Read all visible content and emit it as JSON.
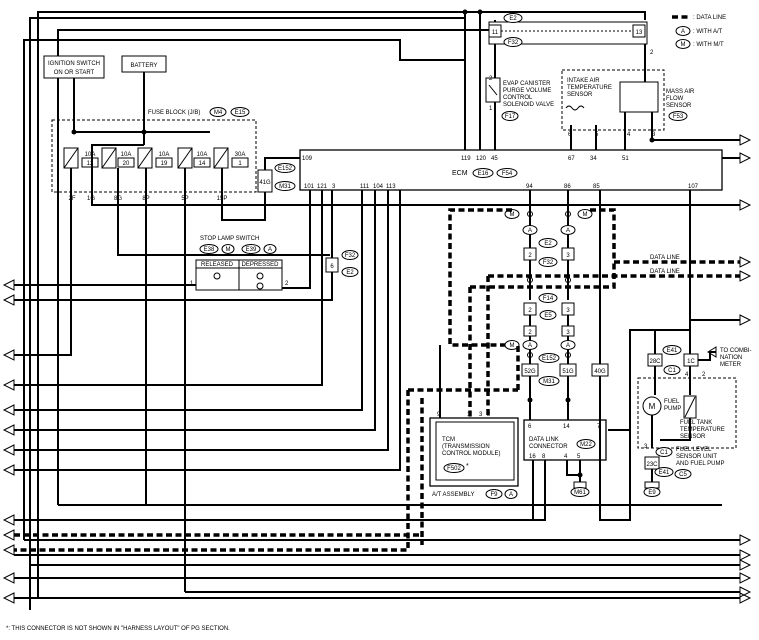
{
  "legend": {
    "data_line": ": DATA LINE",
    "with_at_code": "A",
    "with_at": ": WITH A/T",
    "with_mt_code": "M",
    "with_mt": ": WITH M/T"
  },
  "labels": {
    "ignition_switch_l1": "IGNITION SWITCH",
    "ignition_switch_l2": "ON OR START",
    "battery": "BATTERY",
    "fuse_block": "FUSE BLOCK (J/B)",
    "fuse_conn_1": "M4",
    "fuse_conn_2": "E15",
    "evap_l1": "EVAP CANISTER",
    "evap_l2": "PURGE VOLUME",
    "evap_l3": "CONTROL",
    "evap_l4": "SOLENOID VALVE",
    "evap_conn": "F17",
    "iat_l1": "INTAKE AIR",
    "iat_l2": "TEMPERATURE",
    "iat_l3": "SENSOR",
    "maf_l1": "MASS AIR",
    "maf_l2": "FLOW",
    "maf_l3": "SENSOR",
    "maf_conn": "F53",
    "ecm": "ECM",
    "ecm_conn_1": "E16",
    "ecm_conn_2": "F54",
    "stop_lamp": "STOP LAMP SWITCH",
    "released": "RELEASED",
    "depressed": "DEPRESSED",
    "data_line_1": "DATA LINE",
    "data_line_2": "DATA LINE",
    "tcm_l1": "TCM",
    "tcm_l2": "(TRANSMISSION",
    "tcm_l3": "CONTROL MODULE)",
    "tcm_conn": "F502",
    "tcm_star": "*",
    "at_assembly": "A/T ASSEMBLY",
    "at_conn": "F9",
    "dlc_l1": "DATA LINK",
    "dlc_l2": "CONNECTOR",
    "dlc_conn": "M22",
    "to_combi_l1": "TO COMBI-",
    "to_combi_l2": "NATION",
    "to_combi_l3": "METER",
    "fuel_pump_l1": "FUEL",
    "fuel_pump_l2": "PUMP",
    "fuel_temp_l1": "FUEL TANK",
    "fuel_temp_l2": "TEMPERATURE",
    "fuel_temp_l3": "SENSOR",
    "fuel_level_l1": "FUEL LEVEL",
    "fuel_level_l2": "SENSOR UNIT",
    "fuel_level_l3": "AND FUEL PUMP",
    "fuel_level_conn": "C5",
    "motor_m": "M",
    "footnote": "*: THIS CONNECTOR IS NOT SHOWN IN \"HARNESS LAYOUT\" OF PG SECTION."
  },
  "fuses": [
    {
      "amp": "10A",
      "num": "12",
      "pin": "2F"
    },
    {
      "amp": "10A",
      "num": "20",
      "pin": "1G"
    },
    {
      "amp": "10A",
      "num": "19",
      "pin": "8P"
    },
    {
      "amp": "10A",
      "num": "14",
      "pin": "5P"
    },
    {
      "amp": "30A",
      "num": "1",
      "pin": "15P"
    }
  ],
  "fuse_extra_pin": "8G",
  "ecm_pins": {
    "p119": "119",
    "p120": "120",
    "p45": "45",
    "p67": "67",
    "p34": "34",
    "p51": "51",
    "p109": "109",
    "p101": "101",
    "p121": "121",
    "p3": "3",
    "p111": "111",
    "p104": "104",
    "p113": "113",
    "p94": "94",
    "p86": "86",
    "p85": "85",
    "p107": "107"
  },
  "connectors": {
    "e2": "E2",
    "f32": "F32",
    "e2_pin_l": "11",
    "e2_pin_r": "13",
    "e2_pin_b": "2",
    "evap_pin": "2",
    "evap_pin_b": "1",
    "sensor_pins": [
      "6",
      "5",
      "4",
      "3"
    ],
    "e152": "E152",
    "m31": "M31",
    "e152_pin": "41G",
    "stop_conn_1": "E38",
    "stop_conn_2": "M",
    "stop_conn_3": "E39",
    "stop_conn_4": "A",
    "stop_pin_1": "1",
    "stop_pin_2": "2",
    "f32_b": "F32",
    "e2_b": "E2",
    "f32_pin": "6",
    "e2_mid": "E2",
    "f32_mid": "F32",
    "mid_pin_l": "2",
    "mid_pin_r": "3",
    "f14": "F14",
    "e5": "E5",
    "f14_pin_l": "2",
    "f14_pin_r": "3",
    "e5_pin_l": "2",
    "e5_pin_r": "3",
    "e152_b": "E152",
    "m31_b": "M31",
    "e152b_pins": [
      "52G",
      "51G",
      "40G"
    ],
    "tcm_pins": [
      "9",
      "1",
      "3",
      "2"
    ],
    "dlc_pins_top": [
      "6",
      "14",
      "7"
    ],
    "dlc_pins_bot": [
      "16",
      "8",
      "4",
      "5"
    ],
    "m61": "M61",
    "e41": "E41",
    "c1": "C1",
    "e41_pins": [
      "28C",
      "1C"
    ],
    "ft_pins": [
      "4",
      "2"
    ],
    "c1_b": "C1",
    "e41_b": "E41",
    "b_pins": [
      "3",
      "23C"
    ],
    "e9": "E9"
  }
}
